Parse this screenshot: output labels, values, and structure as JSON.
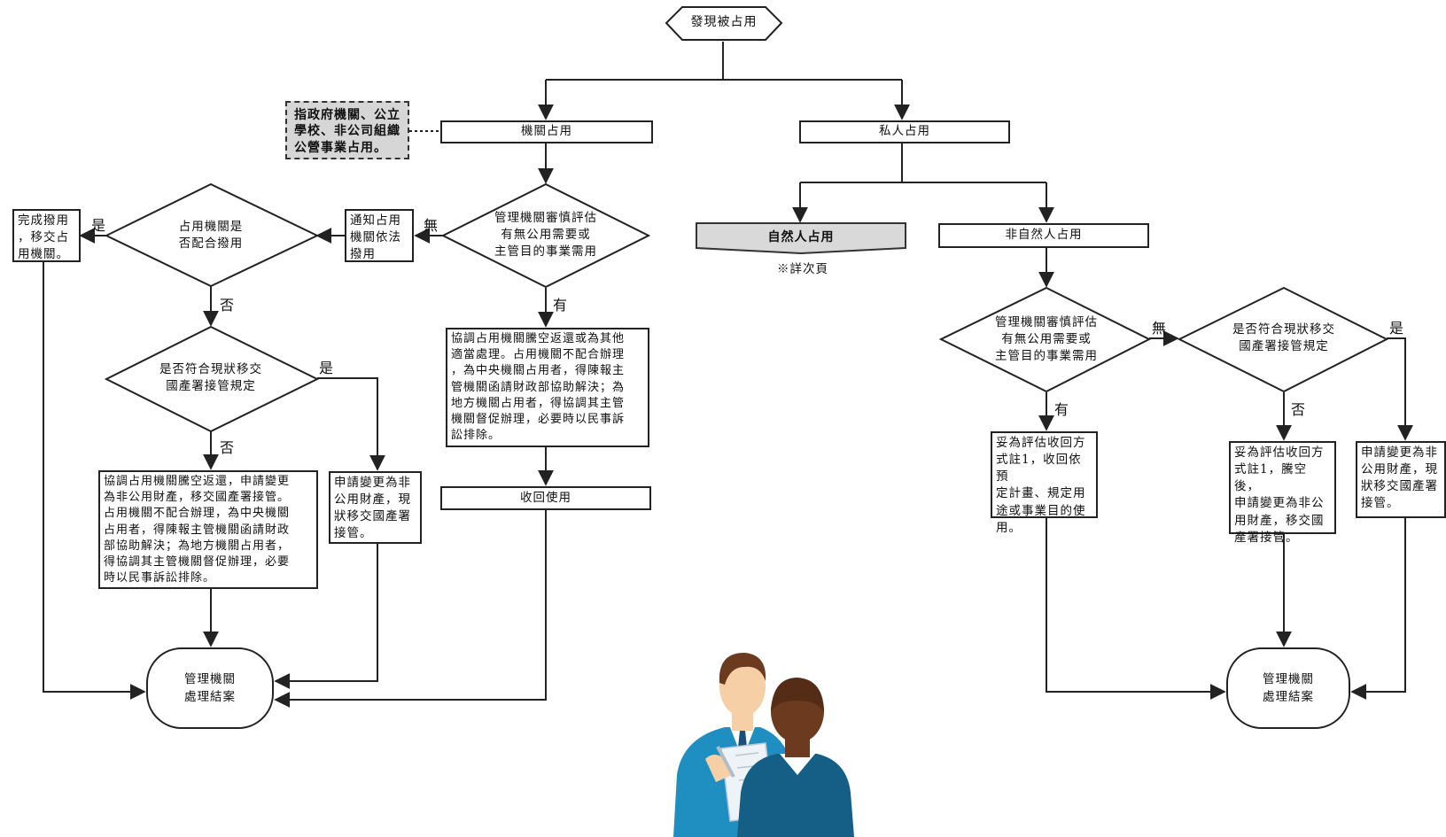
{
  "nodes": {
    "start": "發現被占用",
    "agency_occupy": "機關占用",
    "agency_note": "指政府機關、公立\n學校、非公司組織\n公營事業占用。",
    "private_occupy": "私人占用",
    "natural_person": "自然人占用",
    "see_next_page": "※詳次頁",
    "non_natural_person": "非自然人占用",
    "left_assess": "管理機關審慎評估\n有無公用需要或\n主管目的事業需用",
    "notify": "通知占用\n機關依法\n撥用",
    "cooperate_decision": "占用機關是\n否配合撥用",
    "complete_transfer": "完成撥用\n，移交占\n用機關。",
    "left_transfer_decision": "是否符合現狀移交\n國產署接管規定",
    "left_coordinate_long": "協調占用機關騰空返還，申請變更\n為非公用財產，移交國產署接管。\n占用機關不配合辦理，為中央機關\n占用者，得陳報主管機關函請財政\n部協助解決；為地方機關占用者，\n得協調其主管機關督促辦理，必要\n時以民事訴訟排除。",
    "left_apply_change": "申請變更為非\n公用財產，現\n狀移交國產署\n接管。",
    "mid_coordinate": "協調占用機關騰空返還或為其他\n適當處理。占用機關不配合辦理\n，為中央機關占用者，得陳報主\n管機關函請財政部協助解決；為\n地方機關占用者，得協調其主管\n機關督促辦理，必要時以民事訴\n訟排除。",
    "recover_use": "收回使用",
    "left_end": "管理機關\n處理結案",
    "right_assess": "管理機關審慎評估\n有無公用需要或\n主管目的事業需用",
    "right_transfer_decision": "是否符合現狀移交\n國產署接管規定",
    "right_recover_plan": "妥為評估收回方\n式註1，收回依預\n定計畫、規定用\n途或事業目的使\n用。",
    "right_vacate_apply": "妥為評估收回方\n式註1，騰空後，\n申請變更為非公\n用財產，移交國\n產署接管。",
    "right_apply_change": "申請變更為非\n公用財產，現\n狀移交國產署\n接管。",
    "right_end": "管理機關\n處理結案"
  },
  "labels": {
    "yes": "是",
    "no": "否",
    "have": "有",
    "none": "無"
  },
  "colors": {
    "line": "#222222",
    "note_fill": "#d6d6d6",
    "suit": "#1f8fc2",
    "suit_dark": "#155f86",
    "skin": "#f6cfa6",
    "hair": "#6b3a1f"
  },
  "illustration": "two-businessmen-icon"
}
